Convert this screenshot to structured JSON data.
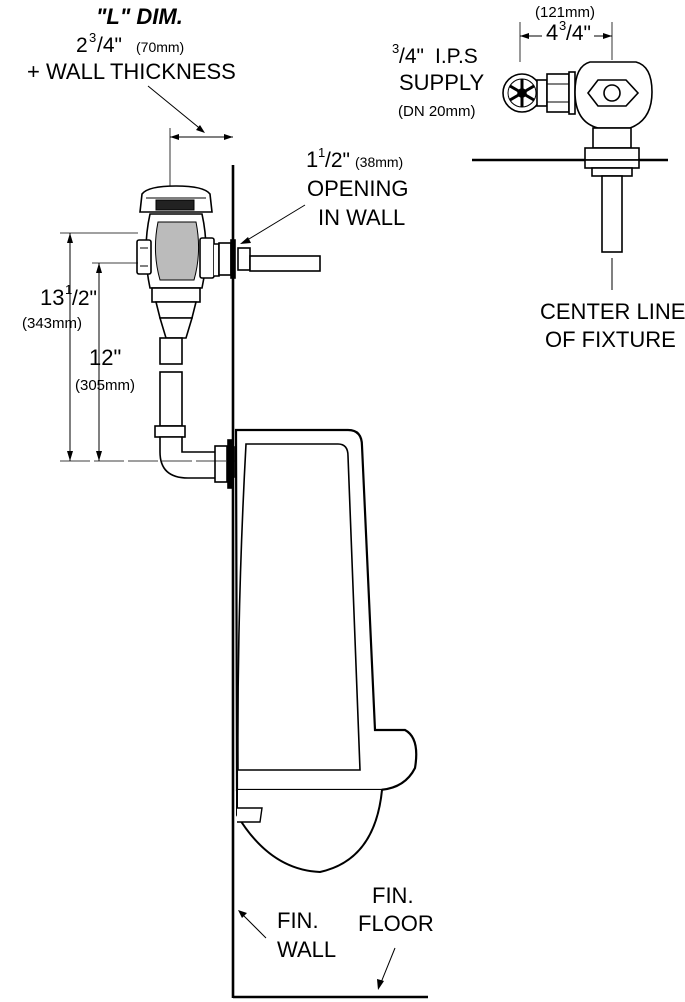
{
  "colors": {
    "ink": "#000000",
    "background": "#ffffff"
  },
  "labels": {
    "l_dim_title": "\"L\" DIM.",
    "l_dim_value_whole": "2",
    "l_dim_value_sup": "3",
    "l_dim_value_sub": "/4\"",
    "l_dim_metric": "(70mm)",
    "wall_thickness": "+ WALL THICKNESS",
    "opening_whole": "1",
    "opening_sup": "1",
    "opening_sub": "/2\"",
    "opening_metric": "(38mm)",
    "opening_line1": "OPENING",
    "opening_line2": "IN WALL",
    "height_a_whole": "13",
    "height_a_sup": "1",
    "height_a_sub": "/2\"",
    "height_a_metric": "(343mm)",
    "height_b": "12\"",
    "height_b_metric": "(305mm)",
    "width_metric": "(121mm)",
    "width_whole": "4",
    "width_sup": "3",
    "width_sub": "/4\"",
    "supply_sup": "3",
    "supply_sub": "/4\"",
    "supply_ips": "I.P.S",
    "supply_word": "SUPPLY",
    "supply_metric": "(DN 20mm)",
    "center_line_1": "CENTER LINE",
    "center_line_2": "OF FIXTURE",
    "fin_wall_1": "FIN.",
    "fin_wall_2": "WALL",
    "fin_floor_1": "FIN.",
    "fin_floor_2": "FLOOR"
  }
}
